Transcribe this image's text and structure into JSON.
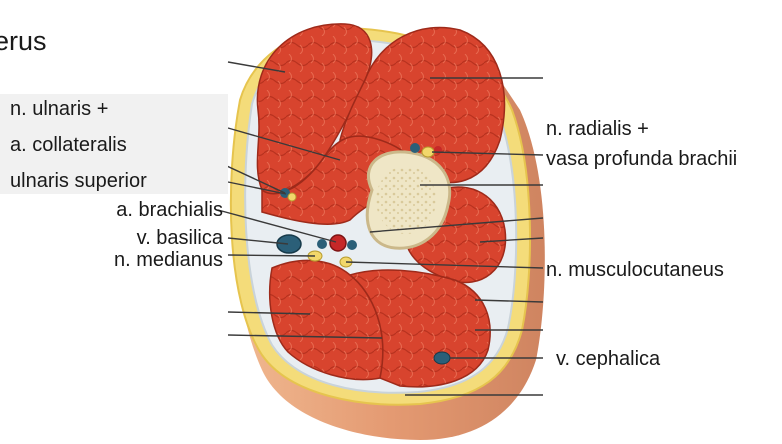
{
  "title_fragment": "erus",
  "labels": {
    "ulnaris_1": "n. ulnaris +",
    "ulnaris_2": "a. collateralis",
    "ulnaris_3": "ulnaris superior",
    "brachialis": "a. brachialis",
    "basilica": "v. basilica",
    "medianus": "n. medianus",
    "radialis_1": "n. radialis +",
    "radialis_2": "vasa profunda brachii",
    "musculocutaneus": "n. musculocutaneus",
    "cephalica": "v. cephalica"
  },
  "colors": {
    "muscle": "#d8442e",
    "muscle_dark": "#b8321f",
    "fat": "#f4dc7a",
    "fascia": "#e9eef2",
    "skin": "#e8a47c",
    "bone": "#efe6c6",
    "vein": "#2b5f78",
    "artery": "#c62828",
    "nerve": "#f2d76b"
  }
}
